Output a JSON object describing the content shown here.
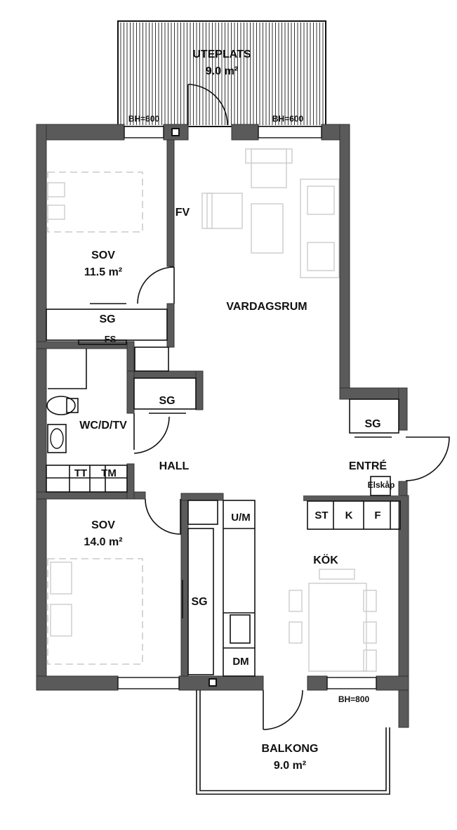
{
  "rooms": {
    "uteplats": {
      "name": "UTEPLATS",
      "area": "9.0 m²"
    },
    "sov1": {
      "name": "SOV",
      "area": "11.5 m²"
    },
    "vardagsrum": {
      "name": "VARDAGSRUM"
    },
    "wc": {
      "name": "WC/D/TV"
    },
    "hall": {
      "name": "HALL"
    },
    "entre": {
      "name": "ENTRÉ"
    },
    "sov2": {
      "name": "SOV",
      "area": "14.0 m²"
    },
    "kok": {
      "name": "KÖK"
    },
    "balkong": {
      "name": "BALKONG",
      "area": "9.0 m²"
    }
  },
  "labels": {
    "fv": "FV",
    "sg": "SG",
    "fs": "FS",
    "tt": "TT",
    "tm": "TM",
    "um": "U/M",
    "dm": "DM",
    "elskap": "Elskåp",
    "st": "ST",
    "k": "K",
    "f": "F"
  },
  "windows": {
    "bh1": "BH=600",
    "bh2": "BH=600",
    "bh3": "BH=800"
  }
}
